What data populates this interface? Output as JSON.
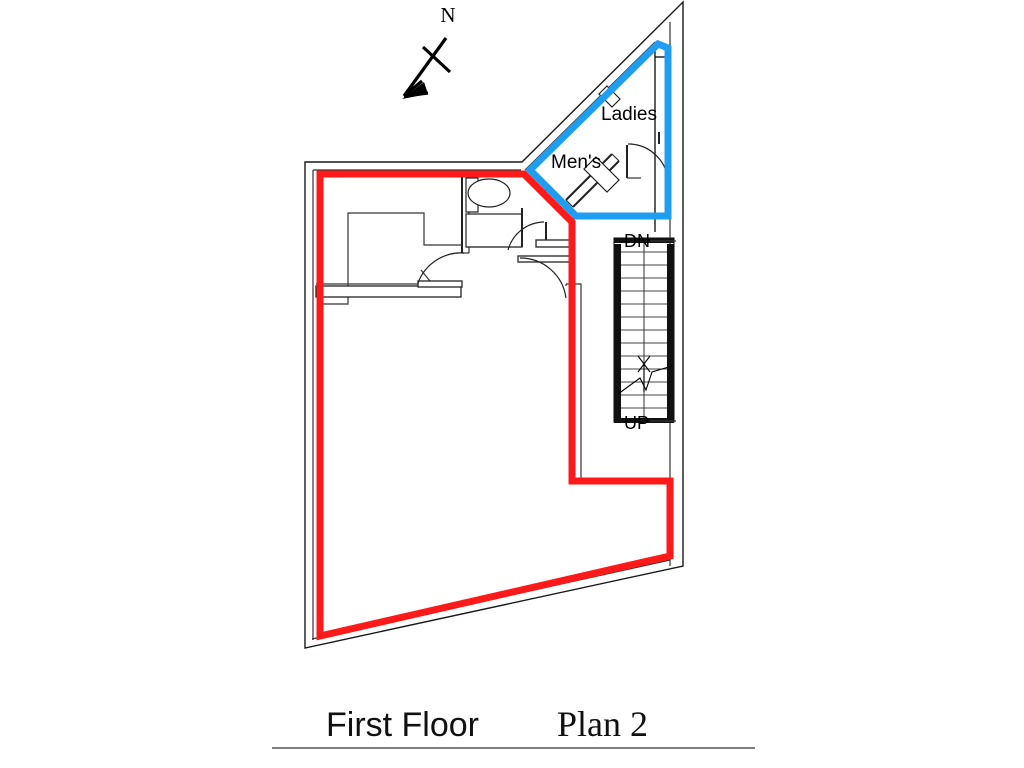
{
  "document": {
    "type": "architectural-floor-plan",
    "title_primary": "First Floor",
    "title_secondary": "Plan 2"
  },
  "compass": {
    "label": "N",
    "direction": "north-arrow-pointing-down-left"
  },
  "rooms": [
    {
      "id": "ladies",
      "label": "Ladies"
    },
    {
      "id": "mens",
      "label": "Men's"
    }
  ],
  "stairs": {
    "down_label": "DN",
    "up_label": "UP",
    "tread_count": 13
  },
  "highlights": [
    {
      "id": "red-zone",
      "color": "#FF1A1A",
      "width": 7,
      "description": "main floor area outline"
    },
    {
      "id": "blue-zone",
      "color": "#1E9EF0",
      "width": 7,
      "description": "restroom area outline"
    }
  ],
  "colors": {
    "background": "#FFFFFF",
    "wall": "#1A1A1A",
    "red_highlight": "#FF1A1A",
    "blue_highlight": "#1E9EF0",
    "title_rule": "#555555"
  }
}
